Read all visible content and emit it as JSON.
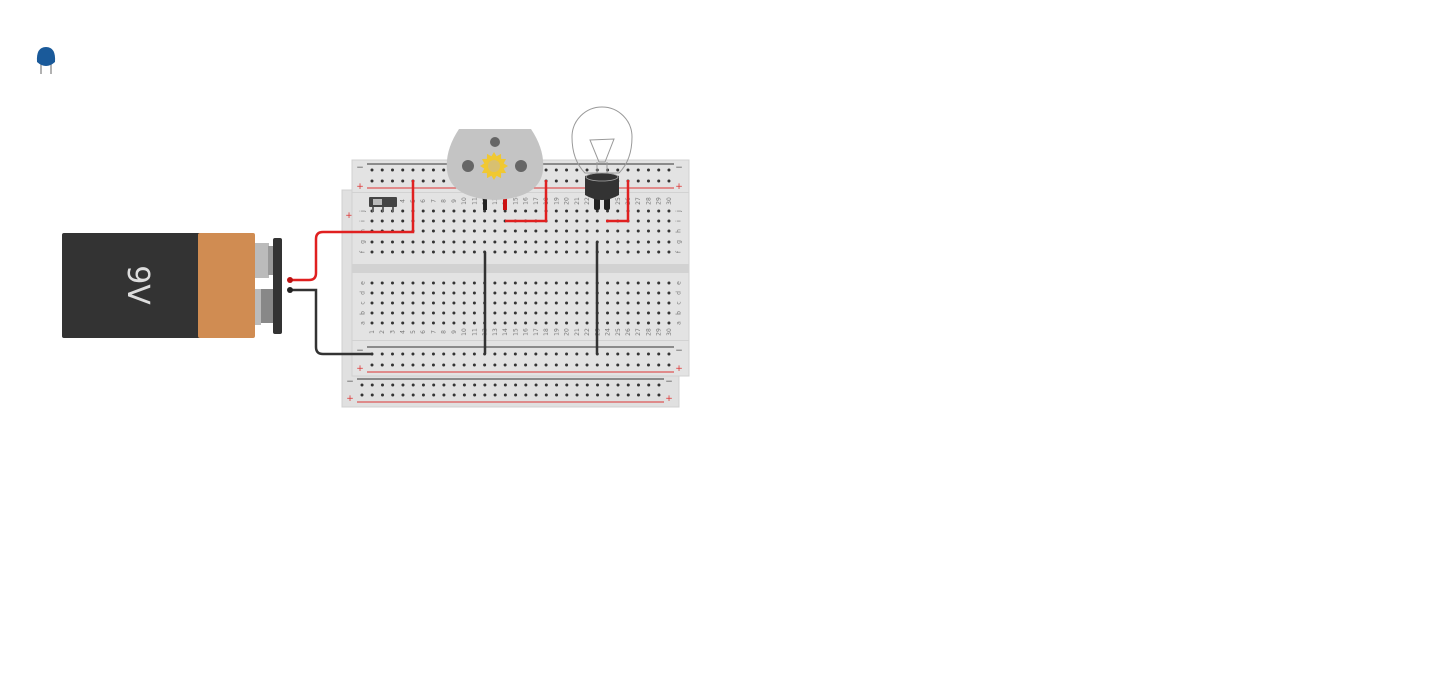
{
  "toolbar_component": {
    "icon": "ceramic-capacitor-icon",
    "color": "#1a5a9a"
  },
  "battery": {
    "label": "9V",
    "body_color": "#333333",
    "cap_color": "#d08c52"
  },
  "breadboard": {
    "columns": [
      "1",
      "2",
      "3",
      "4",
      "5",
      "6",
      "7",
      "8",
      "9",
      "10",
      "11",
      "12",
      "13",
      "14",
      "15",
      "16",
      "17",
      "18",
      "19",
      "20",
      "21",
      "22",
      "23",
      "24",
      "25",
      "26",
      "27",
      "28",
      "29",
      "30"
    ],
    "top_rows": [
      "j",
      "i",
      "h",
      "g",
      "f"
    ],
    "bottom_rows": [
      "e",
      "d",
      "c",
      "b",
      "a"
    ],
    "rail_minus": "−",
    "rail_plus": "+"
  },
  "colors": {
    "wire_red": "#e02020",
    "wire_black": "#333333",
    "board": "#e3e3e3",
    "rail_red": "#d33",
    "gear": "#f0c832"
  }
}
